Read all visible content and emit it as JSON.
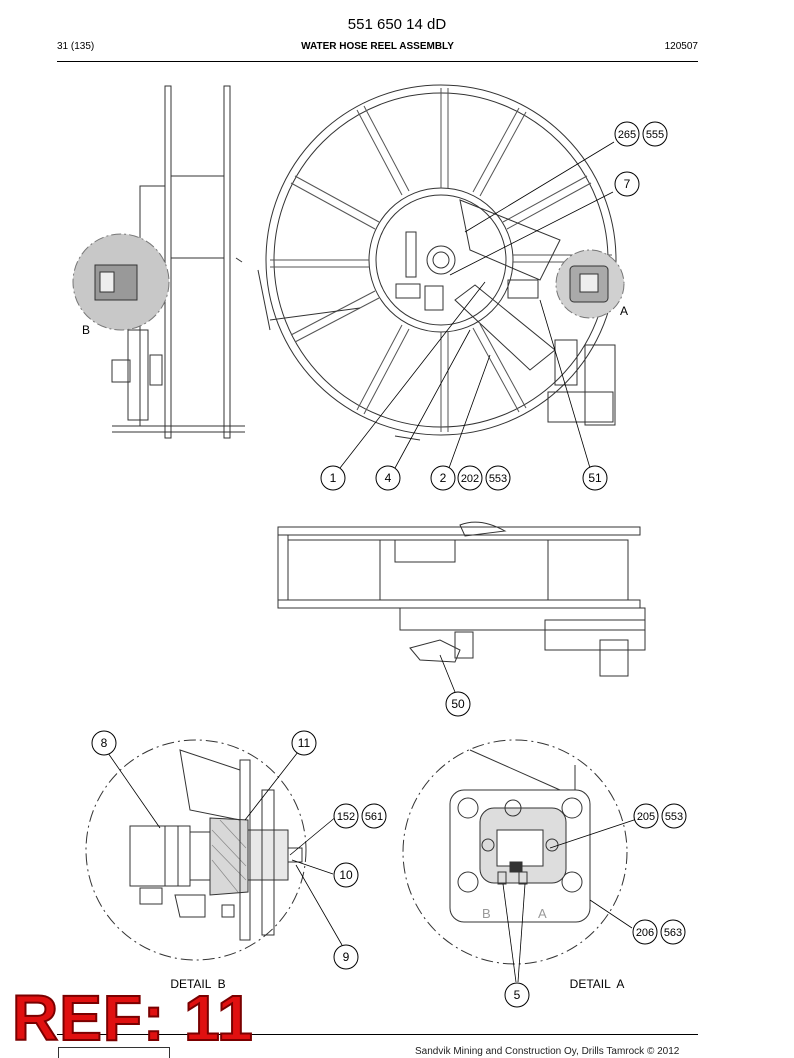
{
  "header": {
    "doc_number": "551 650 14 dD",
    "page": "31 (135)",
    "title": "WATER HOSE REEL ASSEMBLY",
    "date_code": "120507"
  },
  "callouts": [
    "265",
    "555",
    "7",
    "A",
    "B",
    "1",
    "4",
    "2",
    "202",
    "553",
    "51",
    "50",
    "8",
    "11",
    "152",
    "561",
    "10",
    "9",
    "205",
    "553",
    "206",
    "563",
    "5"
  ],
  "detail_labels": {
    "detail_b": "DETAIL  B",
    "detail_a": "DETAIL  A"
  },
  "stamp": "REF: 11",
  "footer": {
    "copyright": "Sandvik Mining and Construction Oy, Drills Tamrock © 2012"
  }
}
